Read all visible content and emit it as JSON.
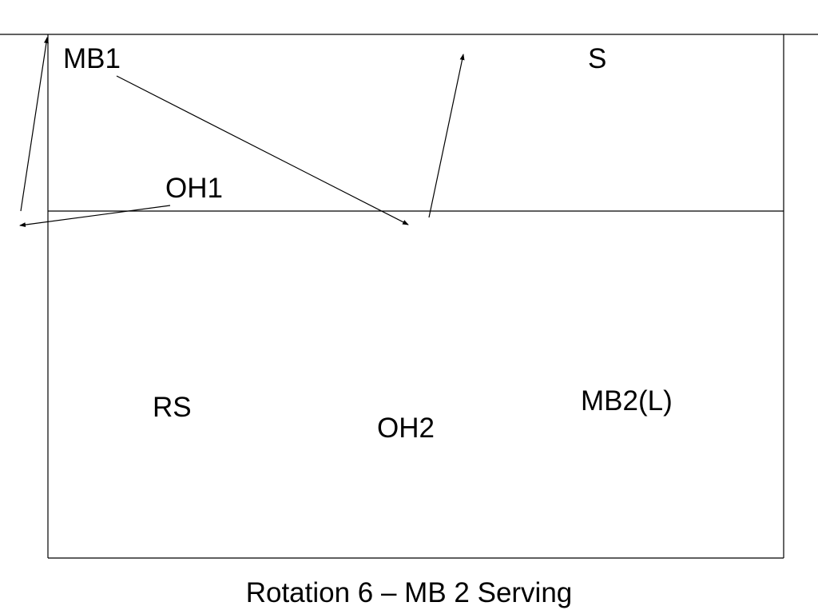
{
  "labels": {
    "mb1": "MB1",
    "s": "S",
    "oh1": "OH1",
    "rs": "RS",
    "oh2": "OH2",
    "mb2": "MB2(L)"
  },
  "caption": "Rotation 6 – MB 2 Serving",
  "colors": {
    "ink": "#000000",
    "background": "#ffffff"
  }
}
